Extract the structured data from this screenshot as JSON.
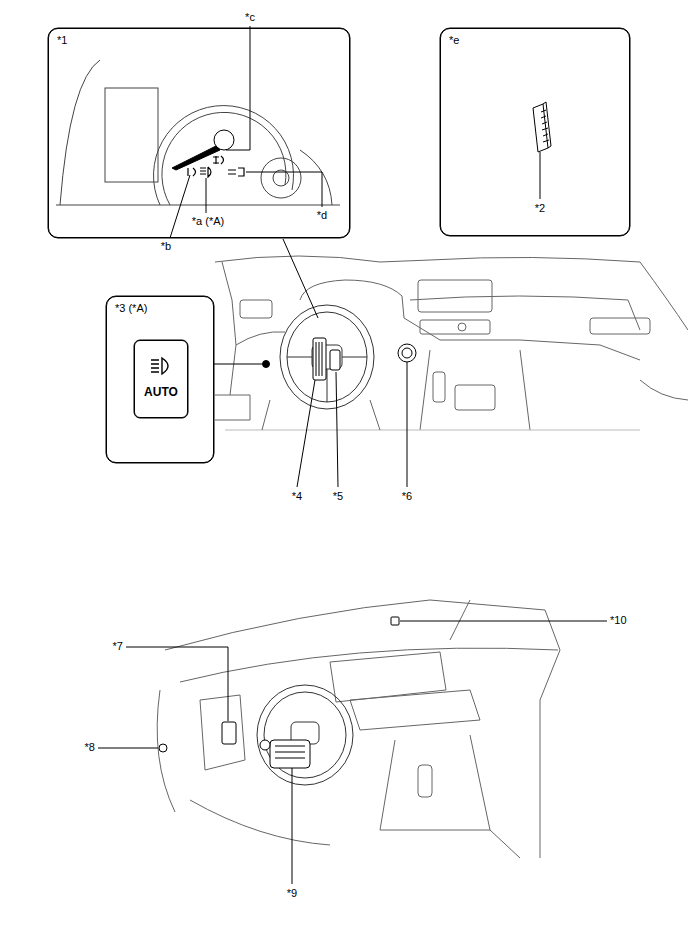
{
  "diagram": {
    "nodes": [
      {
        "text": [
          "*1"
        ]
      },
      {
        "text": [
          "*e"
        ]
      },
      {
        "text": [
          "*3 (*A)"
        ]
      },
      {
        "text": [
          "AUTO"
        ],
        "in": 2
      }
    ],
    "labels": [
      "*c",
      "*b",
      "*a (*A)",
      "*d",
      "*2",
      "*4",
      "*5",
      "*6",
      "*7",
      "*8",
      "*9",
      "*10"
    ]
  }
}
